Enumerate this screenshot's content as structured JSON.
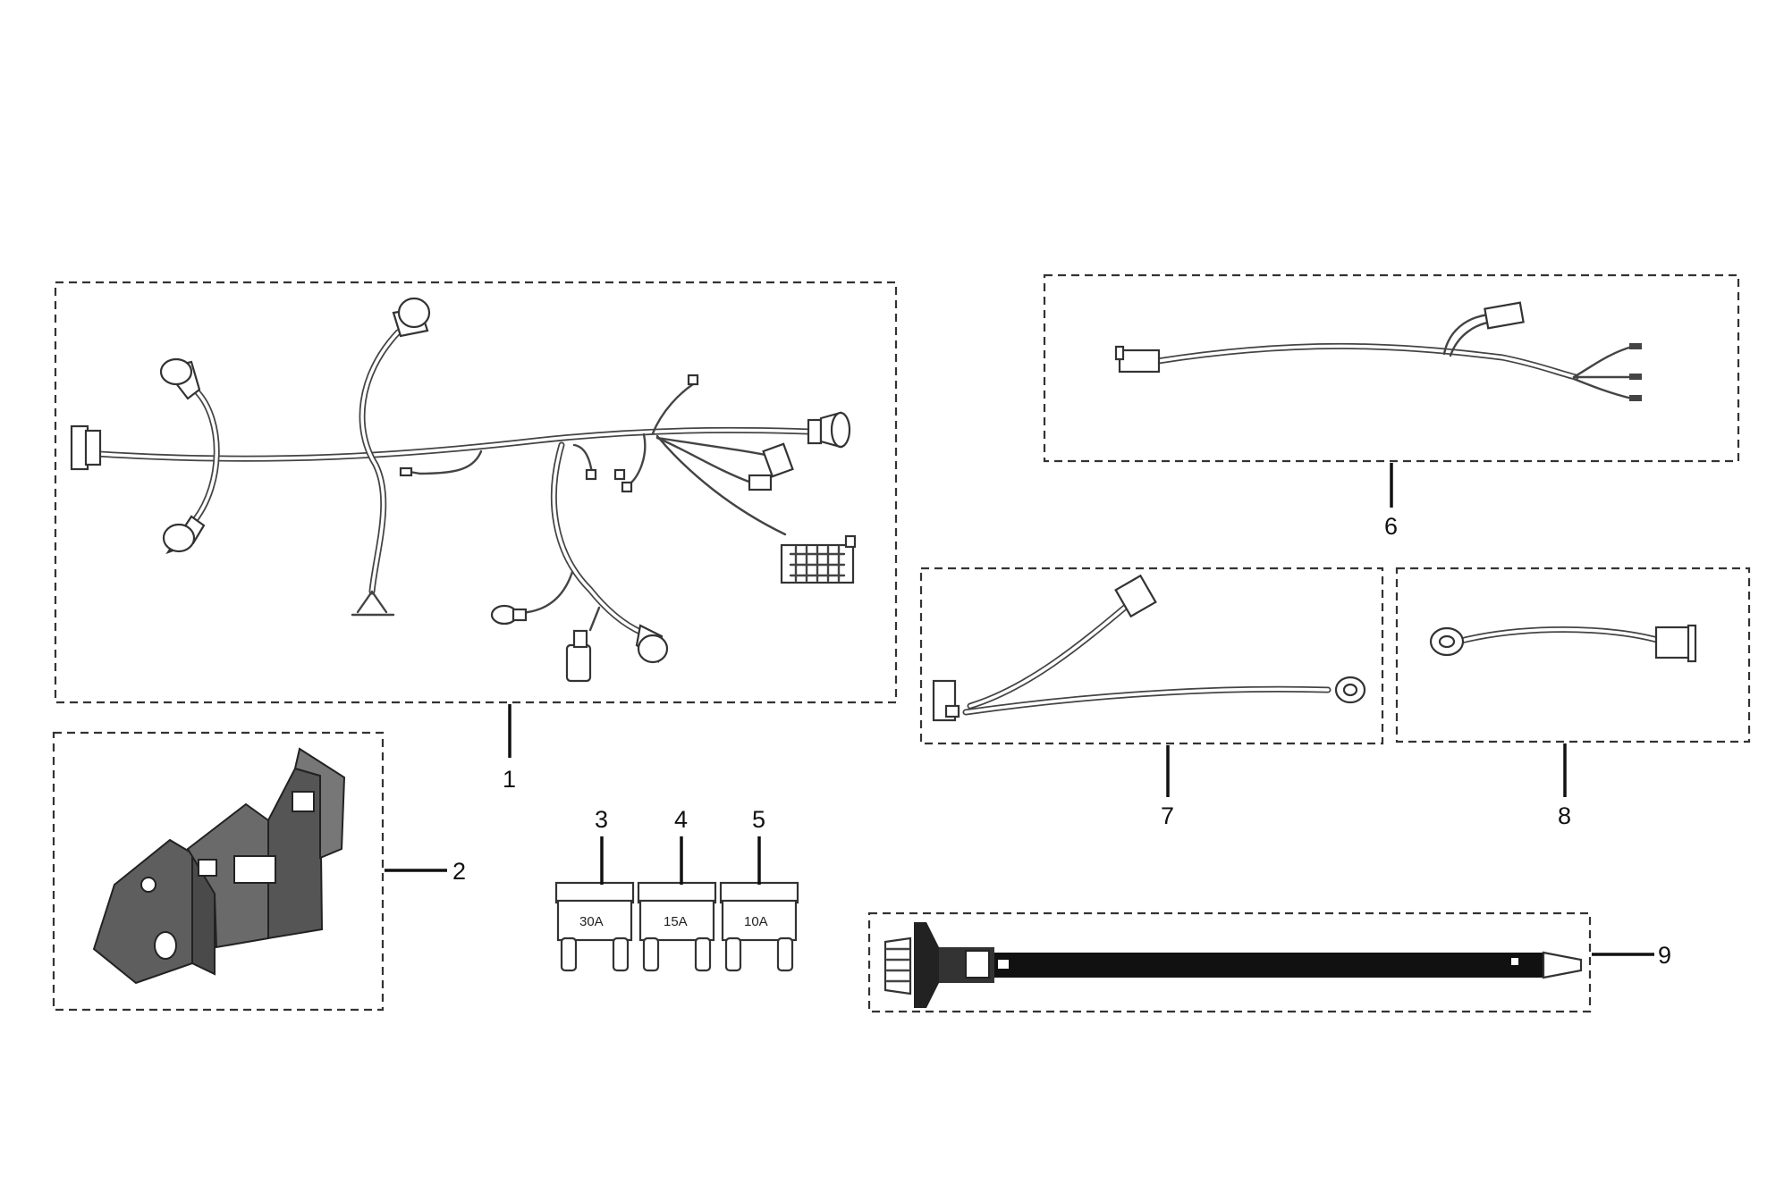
{
  "callouts": [
    "1",
    "2",
    "3",
    "4",
    "5",
    "6",
    "7",
    "8",
    "9"
  ],
  "fuses": [
    "30A",
    "15A",
    "10A"
  ]
}
